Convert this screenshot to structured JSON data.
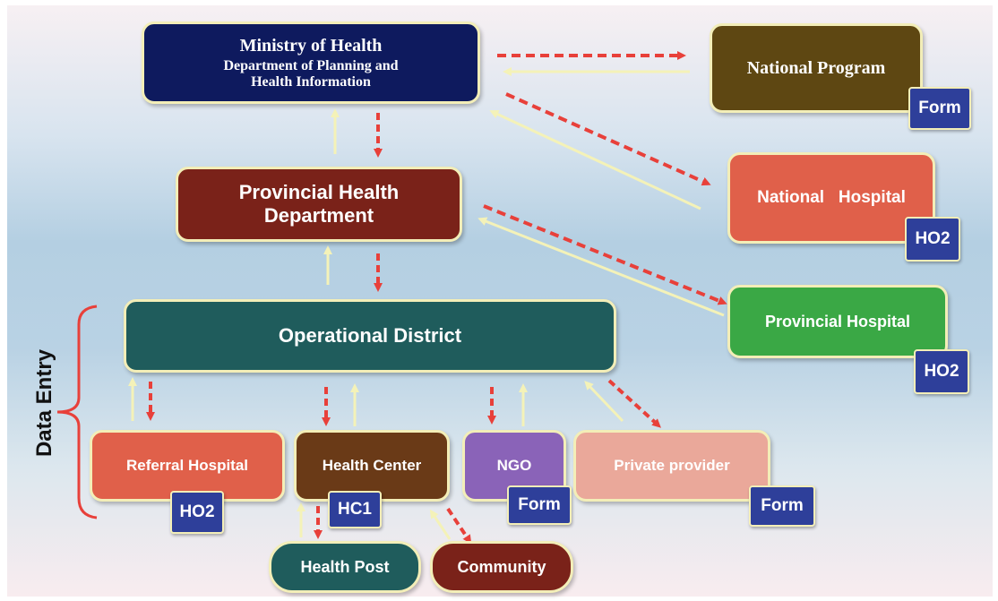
{
  "nodes": {
    "ministry": {
      "line1": "Ministry of Health",
      "line2": "Department of Planning and",
      "line3": "Health Information"
    },
    "national_program": "National Program",
    "national_hospital": "National   Hospital",
    "provincial_dept": {
      "line1": "Provincial Health",
      "line2": "Department"
    },
    "provincial_hospital": "Provincial Hospital",
    "operational_district": "Operational District",
    "referral_hospital": "Referral Hospital",
    "health_center": "Health Center",
    "ngo": "NGO",
    "private_provider": "Private provider",
    "health_post": "Health Post",
    "community": "Community"
  },
  "tags": {
    "national_program": "Form",
    "national_hospital": "HO2",
    "provincial_hospital": "HO2",
    "referral_hospital": "HO2",
    "health_center": "HC1",
    "ngo": "Form",
    "private_provider": "Form"
  },
  "side_label": "Data Entry",
  "colors": {
    "ministry": "#0e1a5e",
    "national_program": "#5e4712",
    "national_hospital": "#e0604a",
    "provincial_dept": "#7a2219",
    "provincial_hospital": "#3aa845",
    "operational_district": "#1f5c5c",
    "referral_hospital": "#e0604a",
    "health_center": "#6a3a17",
    "ngo": "#8a63b8",
    "private_provider": "#eaa89a",
    "health_post": "#1f5c5c",
    "community": "#7a2219",
    "tag": "#2e3f9a",
    "up_arrow": "#f4f2b8",
    "down_arrow": "#e8403a",
    "bracket": "#e8403a"
  }
}
